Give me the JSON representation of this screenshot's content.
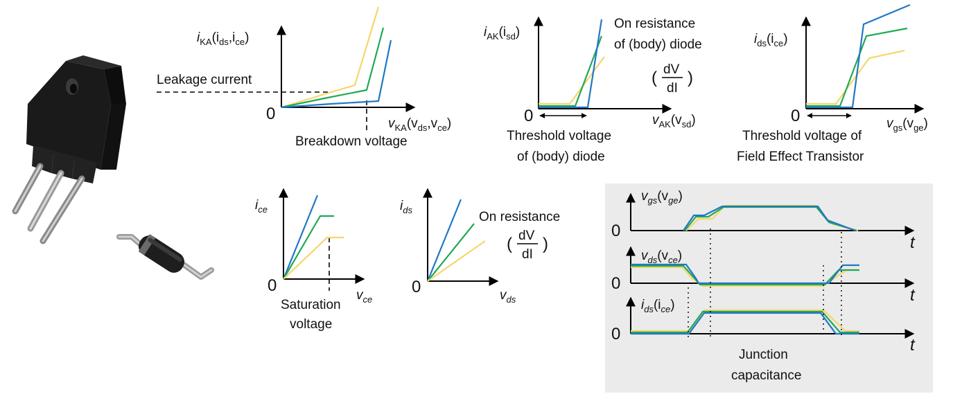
{
  "colors": {
    "blue": "#1f77c4",
    "green": "#22a855",
    "yellow": "#f6d66a",
    "panel_bg": "#ebebeb"
  },
  "images": {
    "to247_package": "to247-package-icon",
    "axial_diode": "axial-diode-icon"
  },
  "breakdown": {
    "ylabel": {
      "main": "i",
      "sub1": "KA",
      "open": "(i",
      "sub2": "ds",
      "mid": ",i",
      "sub3": "ce",
      "close": ")"
    },
    "xlabel": {
      "main": "v",
      "sub1": "KA",
      "open": "(v",
      "sub2": "ds",
      "mid": ",v",
      "sub3": "ce",
      "close": ")"
    },
    "origin": "0",
    "leakage": "Leakage current",
    "breakdown_text": "Breakdown voltage"
  },
  "body_diode": {
    "ylabel": {
      "main": "i",
      "sub1": "AK",
      "open": "(i",
      "sub2": "sd",
      "close": ")"
    },
    "xlabel": {
      "main": "v",
      "sub1": "AK",
      "open": "(v",
      "sub2": "sd",
      "close": ")"
    },
    "origin": "0",
    "on_res_1": "On resistance",
    "on_res_2": "of (body) diode",
    "frac_num": "dV",
    "frac_den": "dI",
    "paren_l": "(",
    "paren_r": ")",
    "thresh_1": "Threshold voltage",
    "thresh_2": "of (body) diode"
  },
  "fet_transfer": {
    "ylabel": {
      "main": "i",
      "sub1": "ds",
      "open": "(i",
      "sub2": "ce",
      "close": ")"
    },
    "xlabel": {
      "main": "v",
      "sub1": "gs",
      "open": "(v",
      "sub2": "ge",
      "close": ")"
    },
    "origin": "0",
    "thresh_1": "Threshold voltage of",
    "thresh_2": "Field Effect Transistor"
  },
  "igbt_output": {
    "ylabel": {
      "main": "i",
      "sub1": "ce"
    },
    "xlabel": {
      "main": "v",
      "sub1": "ce"
    },
    "origin": "0",
    "sat_1": "Saturation",
    "sat_2": "voltage"
  },
  "mosfet_output": {
    "ylabel": {
      "main": "i",
      "sub1": "ds"
    },
    "xlabel": {
      "main": "v",
      "sub1": "ds"
    },
    "origin": "0",
    "on_res": "On resistance",
    "frac_num": "dV",
    "frac_den": "dI",
    "paren_l": "(",
    "paren_r": ")"
  },
  "switching": {
    "vgs": {
      "main": "v",
      "sub1": "gs",
      "open": "(v",
      "sub2": "ge",
      "close": ")"
    },
    "vds": {
      "main": "v",
      "sub1": "ds",
      "open": "(v",
      "sub2": "ce",
      "close": ")"
    },
    "ids": {
      "main": "i",
      "sub1": "ds",
      "open": "(i",
      "sub2": "ce",
      "close": ")"
    },
    "origin": "0",
    "t": "t",
    "junction_1": "Junction",
    "junction_2": "capacitance"
  }
}
